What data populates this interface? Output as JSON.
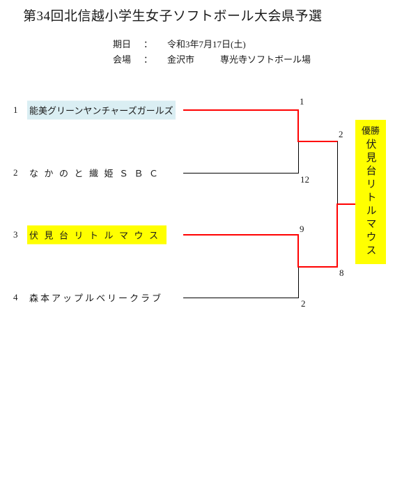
{
  "title": "第34回北信越小学生女子ソフトボール大会県予選",
  "info": {
    "date_label": "期日",
    "colon": "：",
    "date_value": "令和3年7月17日(土)",
    "venue_label": "会場",
    "venue_city": "金沢市",
    "venue_place": "専光寺ソフトボール場"
  },
  "bracket": {
    "teams": [
      {
        "seed": "1",
        "name": "能美グリーンヤンチャーズガールズ",
        "highlight": "#daeef3"
      },
      {
        "seed": "2",
        "name": "なかのと織姫ＳＢＣ",
        "highlight": ""
      },
      {
        "seed": "3",
        "name": "伏見台リトルマウス",
        "highlight": "#ffff00"
      },
      {
        "seed": "4",
        "name": "森本アップルベリークラブ",
        "highlight": ""
      }
    ],
    "scores": {
      "sf1_top": "1",
      "sf1_bottom": "12",
      "sf2_top": "9",
      "sf2_bottom": "2",
      "final_top": "2",
      "final_bottom": "8"
    },
    "colors": {
      "winner_path": "#ff0000",
      "line": "#000000",
      "seed1_highlight": "#daeef3",
      "champion_highlight": "#ffff00"
    }
  },
  "champion": {
    "label": "優勝",
    "name": "伏見台リトルマウス"
  }
}
